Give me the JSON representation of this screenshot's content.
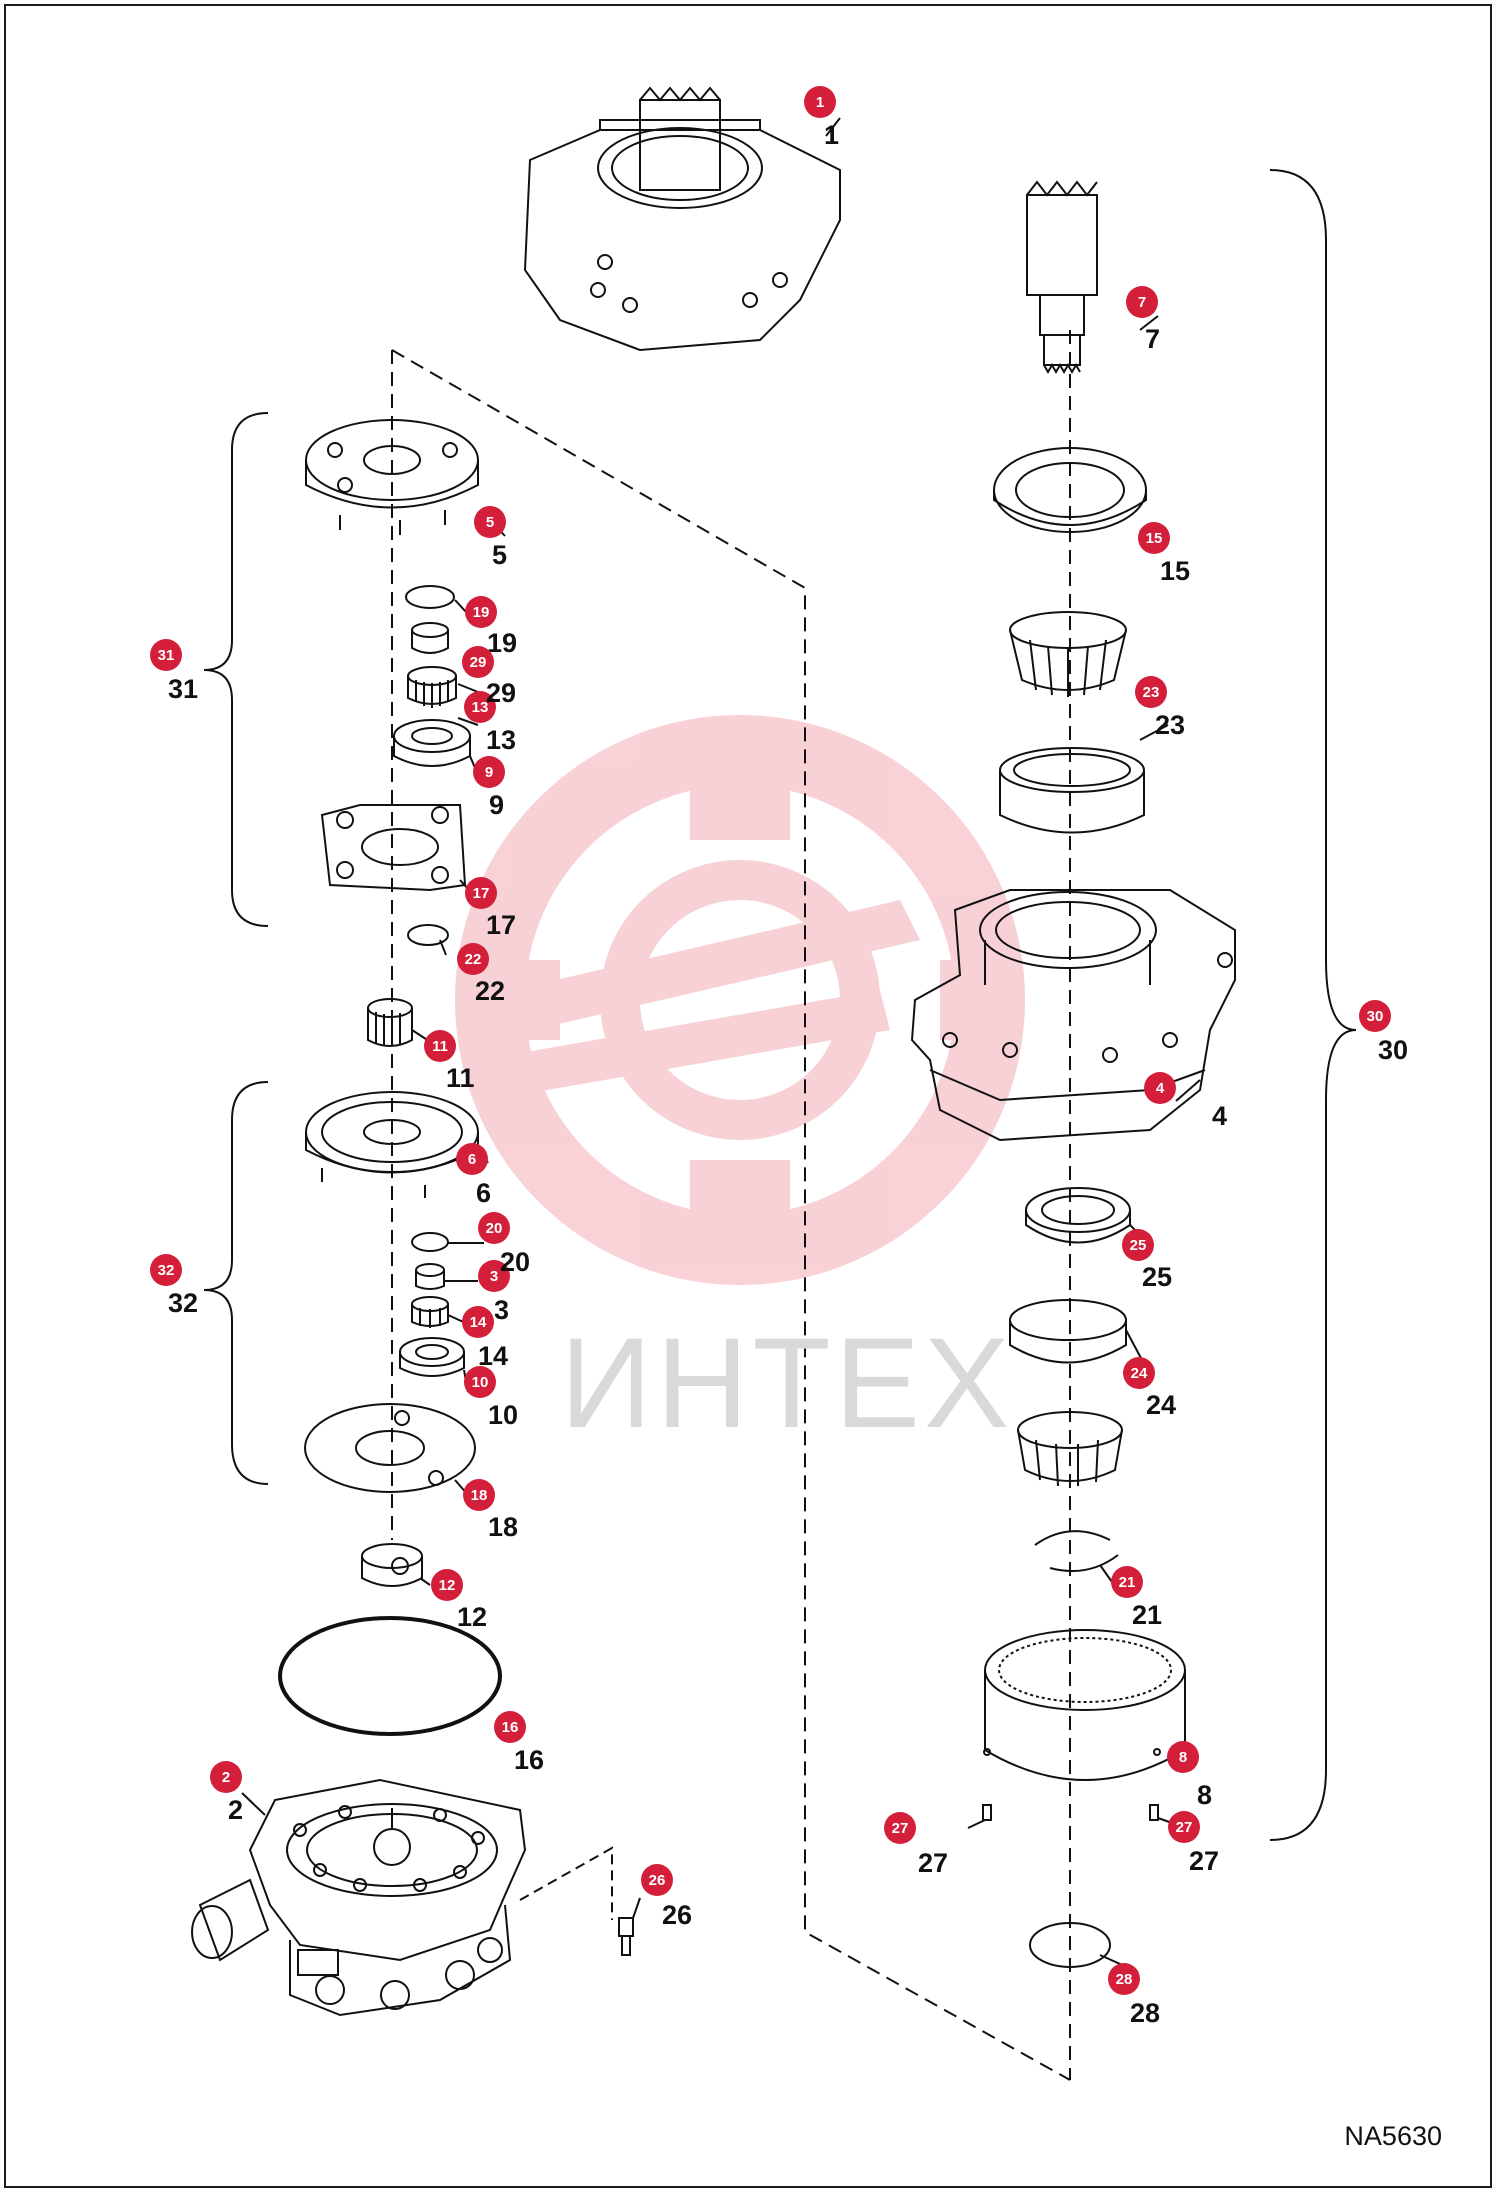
{
  "drawing": {
    "code": "NA5630",
    "watermark_text": "ИНТЕХ",
    "colors": {
      "callout": "#d41f3a",
      "watermark": "#f4c9cc",
      "line": "#111111"
    }
  },
  "parts": [
    {
      "id": "1",
      "label": "1"
    },
    {
      "id": "2",
      "label": "2"
    },
    {
      "id": "3",
      "label": "3"
    },
    {
      "id": "4",
      "label": "4"
    },
    {
      "id": "5",
      "label": "5"
    },
    {
      "id": "6",
      "label": "6"
    },
    {
      "id": "7",
      "label": "7"
    },
    {
      "id": "8",
      "label": "8"
    },
    {
      "id": "9",
      "label": "9"
    },
    {
      "id": "10",
      "label": "10"
    },
    {
      "id": "11",
      "label": "11"
    },
    {
      "id": "12",
      "label": "12"
    },
    {
      "id": "13",
      "label": "13"
    },
    {
      "id": "14",
      "label": "14"
    },
    {
      "id": "15",
      "label": "15"
    },
    {
      "id": "16",
      "label": "16"
    },
    {
      "id": "17",
      "label": "17"
    },
    {
      "id": "18",
      "label": "18"
    },
    {
      "id": "19",
      "label": "19"
    },
    {
      "id": "20",
      "label": "20"
    },
    {
      "id": "21",
      "label": "21"
    },
    {
      "id": "22",
      "label": "22"
    },
    {
      "id": "23",
      "label": "23"
    },
    {
      "id": "24",
      "label": "24"
    },
    {
      "id": "25",
      "label": "25"
    },
    {
      "id": "26",
      "label": "26"
    },
    {
      "id": "27",
      "label": "27"
    },
    {
      "id": "28",
      "label": "28"
    },
    {
      "id": "29",
      "label": "29"
    },
    {
      "id": "30",
      "label": "30"
    },
    {
      "id": "31",
      "label": "31"
    },
    {
      "id": "32",
      "label": "32"
    }
  ]
}
